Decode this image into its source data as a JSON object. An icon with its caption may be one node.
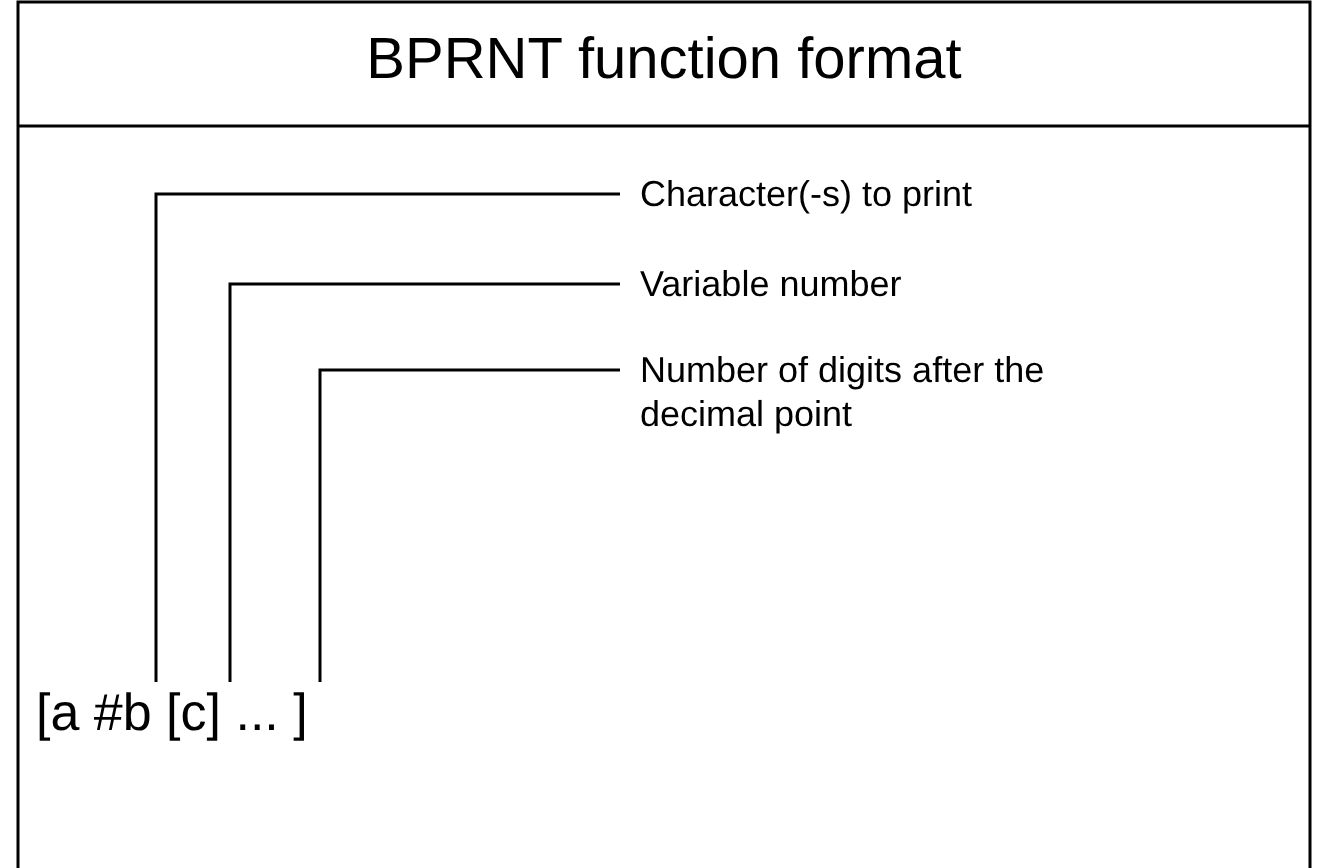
{
  "diagram": {
    "title": "BPRNT function format",
    "nodes": [
      {
        "text": [
          "Character(-s) to print"
        ]
      },
      {
        "text": [
          "Variable number"
        ]
      },
      {
        "text": [
          "Number of digits after the decimal point"
        ]
      },
      {
        "text": [
          "[a #b [c] ... ]"
        ]
      }
    ],
    "edges": [
      {
        "from": 0,
        "to": 3,
        "arrow": "none"
      },
      {
        "from": 1,
        "to": 3,
        "arrow": "none"
      },
      {
        "from": 2,
        "to": 3,
        "arrow": "none"
      }
    ]
  }
}
